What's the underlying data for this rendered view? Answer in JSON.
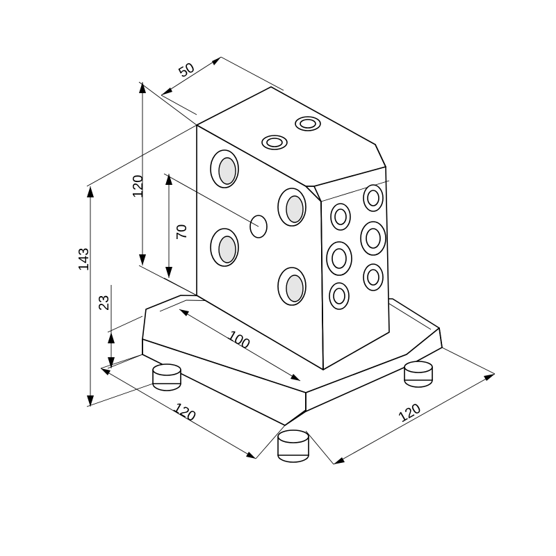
{
  "dimensions": {
    "depth": "50",
    "height_block": "120",
    "height_hole": "70",
    "height_total": "143",
    "height_base": "23",
    "width_block": "100",
    "base_width_left": "120",
    "base_width_right": "120"
  },
  "colors": {
    "line": "#000000",
    "background": "#ffffff",
    "bore_fill": "#e6e6e6"
  }
}
